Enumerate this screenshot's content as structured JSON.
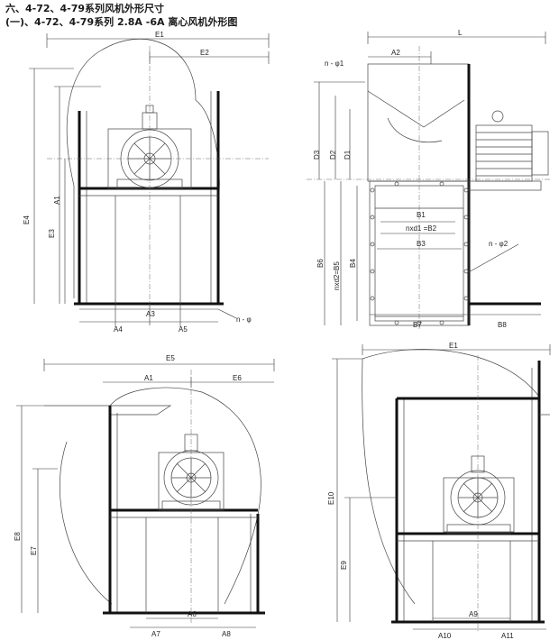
{
  "header": {
    "title": "六、4-72、4-79系列风机外形尺寸",
    "subtitle": "(一)、4-72、4-79系列 2.8A -6A 离心风机外形图"
  },
  "drawings": {
    "top_left": {
      "labels": [
        "E1",
        "E2",
        "E4",
        "E3",
        "A1",
        "A3",
        "A4",
        "A5",
        "n - φ"
      ]
    },
    "top_right": {
      "labels": [
        "L",
        "A2",
        "n - φ1",
        "D3",
        "D2",
        "D1",
        "B1",
        "nxd1 =B2",
        "B3",
        "B6",
        "nxd2=B5",
        "B4",
        "n - φ2",
        "B7",
        "B8"
      ]
    },
    "bottom_left": {
      "labels": [
        "E5",
        "A1",
        "E6",
        "E8",
        "E7",
        "A6",
        "A7",
        "A8"
      ]
    },
    "bottom_right": {
      "labels": [
        "E1",
        "E10",
        "E9",
        "A9",
        "A10",
        "A11"
      ]
    }
  },
  "colors": {
    "line": "#111111",
    "panel_bg": "#ffffff",
    "page_bg": "#ffffff",
    "hatch": "#7a7a7a"
  }
}
